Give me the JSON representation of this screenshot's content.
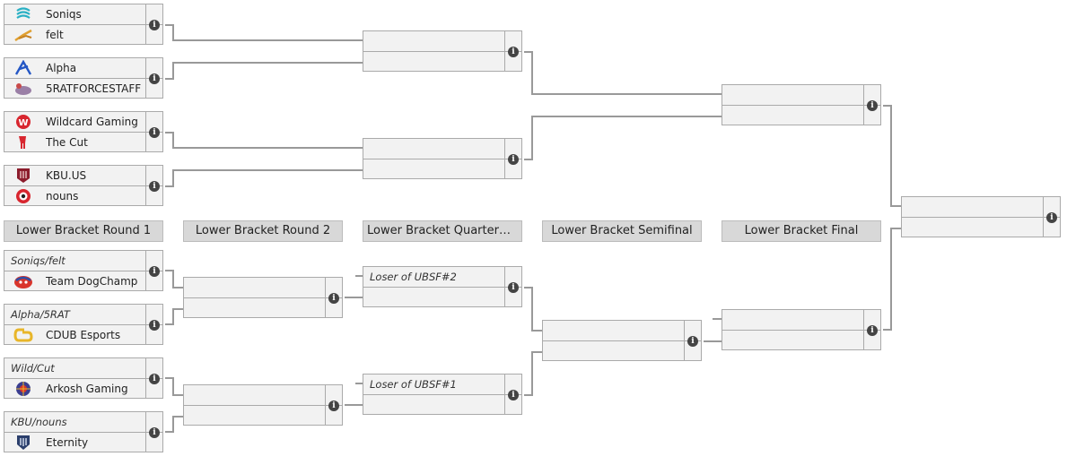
{
  "headers": {
    "lbr1": "Lower Bracket Round 1",
    "lbr2": "Lower Bracket Round 2",
    "lbqf": "Lower Bracket Quarterfin…",
    "lbsf": "Lower Bracket Semifinal",
    "lbf": "Lower Bracket Final"
  },
  "upper": {
    "m1": {
      "team1": "Soniqs",
      "team2": "felt",
      "logo1": "soniqs-logo-icon",
      "logo2": "felt-logo-icon"
    },
    "m2": {
      "team1": "Alpha",
      "team2": "5RATFORCESTAFF",
      "logo1": "alpha-logo-icon",
      "logo2": "5rat-logo-icon"
    },
    "m3": {
      "team1": "Wildcard Gaming",
      "team2": "The Cut",
      "logo1": "wildcard-logo-icon",
      "logo2": "thecut-logo-icon"
    },
    "m4": {
      "team1": "KBU.US",
      "team2": "nouns",
      "logo1": "kbu-logo-icon",
      "logo2": "nouns-logo-icon"
    }
  },
  "lower": {
    "r1m1": {
      "placeholder": "Soniqs/felt",
      "team": "Team DogChamp",
      "logo": "dogchamp-logo-icon"
    },
    "r1m2": {
      "placeholder": "Alpha/5RAT",
      "team": "CDUB Esports",
      "logo": "cdub-logo-icon"
    },
    "r1m3": {
      "placeholder": "Wild/Cut",
      "team": "Arkosh Gaming",
      "logo": "arkosh-logo-icon"
    },
    "r1m4": {
      "placeholder": "KBU/nouns",
      "team": "Eternity",
      "logo": "eternity-logo-icon"
    },
    "qf1": {
      "placeholder": "Loser of UBSF#2"
    },
    "qf2": {
      "placeholder": "Loser of UBSF#1"
    }
  },
  "info_glyph": "i",
  "colors": {
    "box": "#f2f2f2",
    "border": "#aaaaaa",
    "line": "#999999",
    "header": "#d8d8d8"
  }
}
